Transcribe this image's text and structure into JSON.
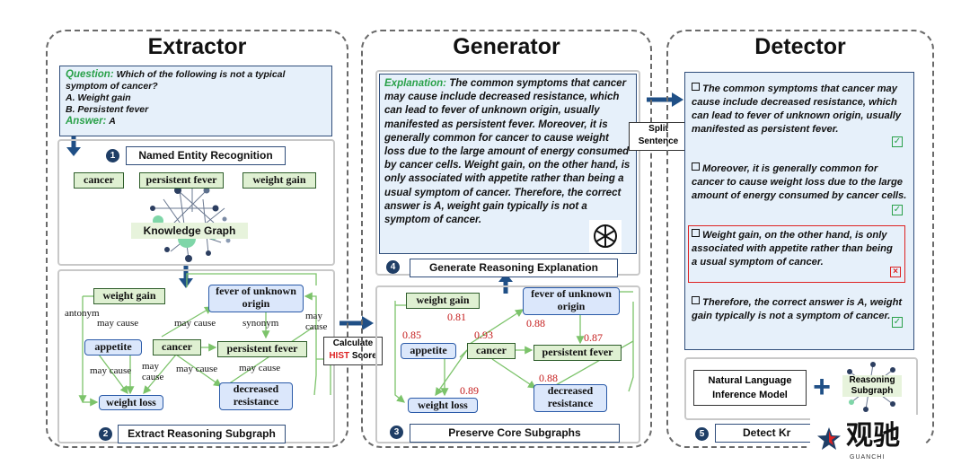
{
  "panels": {
    "extractor": "Extractor",
    "generator": "Generator",
    "detector": "Detector"
  },
  "question": {
    "label": "Question:",
    "text": "Which of the following is not a typical symptom of cancer?",
    "option_a": "A. Weight gain",
    "option_b": "B. Persistent fever",
    "answer_label": "Answer:",
    "answer": "A"
  },
  "steps": {
    "s1": {
      "num": "1",
      "label": "Named Entity Recognition"
    },
    "s2": {
      "num": "2",
      "label": "Extract Reasoning Subgraph"
    },
    "s3": {
      "num": "3",
      "label": "Preserve Core Subgraphs"
    },
    "s4": {
      "num": "4",
      "label": "Generate Reasoning Explanation"
    },
    "s5": {
      "num": "5",
      "label": "Detect Kr"
    }
  },
  "entities": [
    "cancer",
    "persistent fever",
    "weight gain"
  ],
  "knowledge_graph_label": "Knowledge Graph",
  "subgraph": {
    "nodes": {
      "weight_gain": "weight gain",
      "fever": "fever of unknown origin",
      "appetite": "appetite",
      "cancer": "cancer",
      "persistent_fever": "persistent fever",
      "weight_loss": "weight loss",
      "decreased": "decreased resistance"
    },
    "edges": {
      "antonym": "antonym",
      "may_cause": "may cause",
      "synonym": "synonym"
    }
  },
  "calculate": {
    "line1": "Calculate",
    "hist": "HIST",
    "score": " Score"
  },
  "scores": {
    "s085": "0.85",
    "s081": "0.81",
    "s093": "0.93",
    "s088a": "0.88",
    "s087": "0.87",
    "s088b": "0.88",
    "s089": "0.89"
  },
  "explanation": {
    "label": "Explanation:",
    "text": "The common symptoms that cancer may cause include decreased resistance, which can lead to fever of unknown origin, usually manifested as persistent fever. Moreover, it is generally common for cancer to cause weight loss due to the large amount of energy consumed by cancer cells. Weight gain, on the other hand, is only associated with appetite rather than being a usual symptom of cancer.  Therefore, the correct answer is A, weight gain typically is not a symptom of cancer."
  },
  "split": {
    "line1": "Split",
    "line2": "Sentence"
  },
  "sentences": [
    {
      "text": "The common symptoms that cancer may cause include decreased resistance, which can lead to fever of unknown origin, usually manifested as persistent fever.",
      "verdict": "supported"
    },
    {
      "text": "Moreover, it is generally common for cancer to cause weight loss due to the large amount of energy consumed by cancer cells.",
      "verdict": "supported"
    },
    {
      "text": "Weight gain, on the other hand, is only associated with appetite rather than being a usual symptom of cancer.",
      "verdict": "hallucinated"
    },
    {
      "text": "Therefore, the correct answer is A, weight gain  typically is not a symptom of cancer.",
      "verdict": "supported"
    }
  ],
  "nli": {
    "line1": "Natural Language",
    "line2": "Inference Model"
  },
  "reasoning_subgraph": {
    "line1": "Reasoning",
    "line2": "Subgraph"
  },
  "plus": "+",
  "watermark": {
    "brand": "观驰",
    "sub": "GUANCHI"
  },
  "colors": {
    "green_text": "#2aa14a",
    "score_red": "#c41a1a",
    "node_green": "#dff0d2",
    "node_blue": "#dbe7fb",
    "step_navy": "#1f3e66"
  }
}
